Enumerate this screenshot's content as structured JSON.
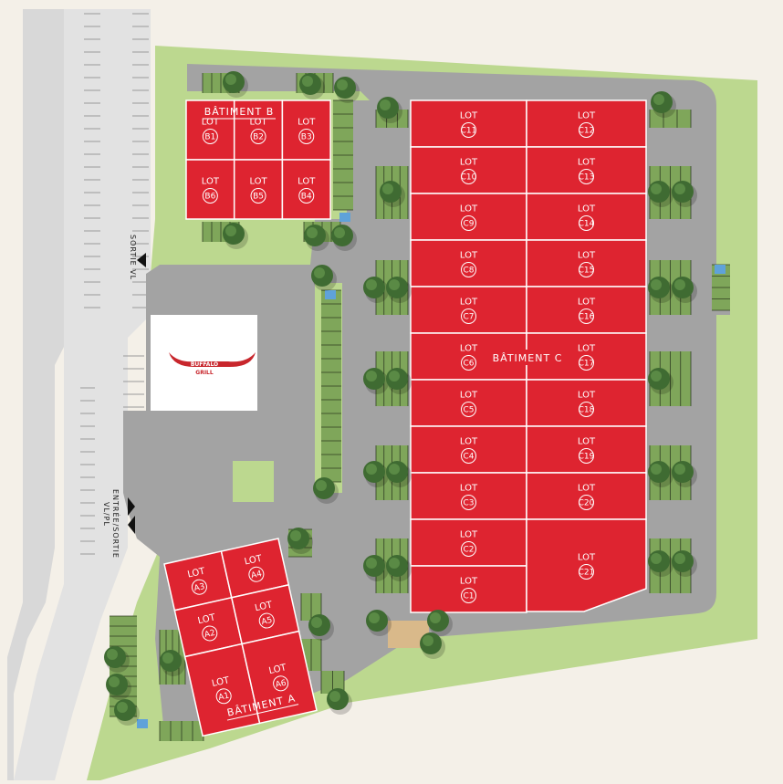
{
  "colors": {
    "lot": "#de2430",
    "road": "#a3a3a3",
    "road_light": "#dadada",
    "grass": "#bcd88f",
    "background": "#f4f0e8",
    "tree": "#3f6b32",
    "parking": "#7fa65a",
    "accessible": "#5fa2d9"
  },
  "signs": {
    "exit": "SORTIE VL",
    "entry_line1": "ENTRÉE/SORTIE",
    "entry_line2": "VL/PL"
  },
  "restaurant": {
    "logo_line1": "BUFFALO",
    "logo_line2": "GRILL"
  },
  "lot_prefix": "LOT",
  "buildings": {
    "b": {
      "title": "BÂTIMENT B",
      "lots": [
        "B1",
        "B2",
        "B3",
        "B6",
        "B5",
        "B4"
      ]
    },
    "c": {
      "title": "BÂTIMENT C",
      "left_lots": [
        "C11",
        "C10",
        "C9",
        "C8",
        "C7",
        "C6",
        "C5",
        "C4",
        "C3",
        "C2",
        "C1"
      ],
      "right_lots": [
        "C12",
        "C13",
        "C14",
        "C15",
        "C16",
        "C17",
        "C18",
        "C19",
        "C20",
        "C21"
      ]
    },
    "a": {
      "title": "BÂTIMENT A",
      "lots": [
        "A3",
        "A4",
        "A2",
        "A5",
        "A1",
        "A6"
      ]
    }
  }
}
